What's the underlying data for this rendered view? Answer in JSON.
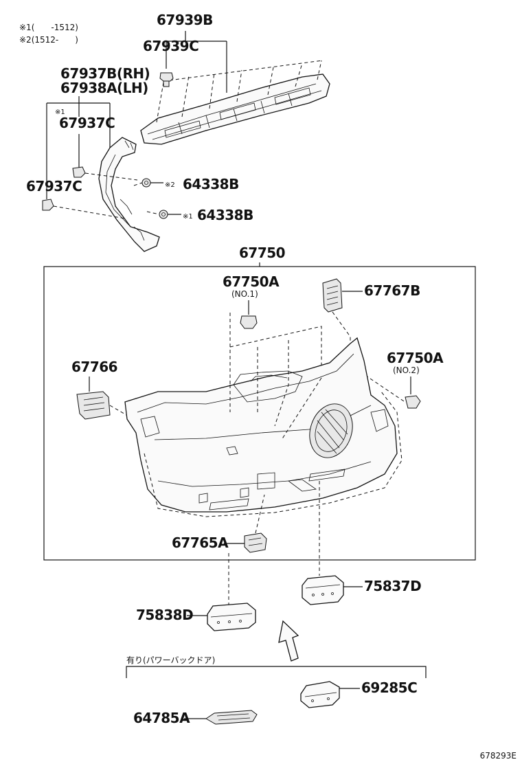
{
  "notes": {
    "note1": "※1(　　-1512)",
    "note2": "※2(1512-　　)"
  },
  "labels": {
    "p67939B": "67939B",
    "p67939C": "67939C",
    "p67937B": "67937B(RH)",
    "p67938A": "67938A(LH)",
    "p67937C_note": "※1",
    "p67937C_a": "67937C",
    "p67937C_b": "67937C",
    "p64338B_a": "64338B",
    "p64338B_a_mark": "※2",
    "p64338B_b": "64338B",
    "p64338B_b_mark": "※1",
    "p67750": "67750",
    "p67750A_1": "67750A",
    "p67750A_1_sub": "(NO.1)",
    "p67767B": "67767B",
    "p67766": "67766",
    "p67750A_2": "67750A",
    "p67750A_2_sub": "(NO.2)",
    "p67765A": "67765A",
    "p75837D": "75837D",
    "p75838D": "75838D",
    "option_note": "有り(パワーバックドア)",
    "p69285C": "69285C",
    "p64785A": "64785A",
    "diagram_id": "678293E"
  }
}
